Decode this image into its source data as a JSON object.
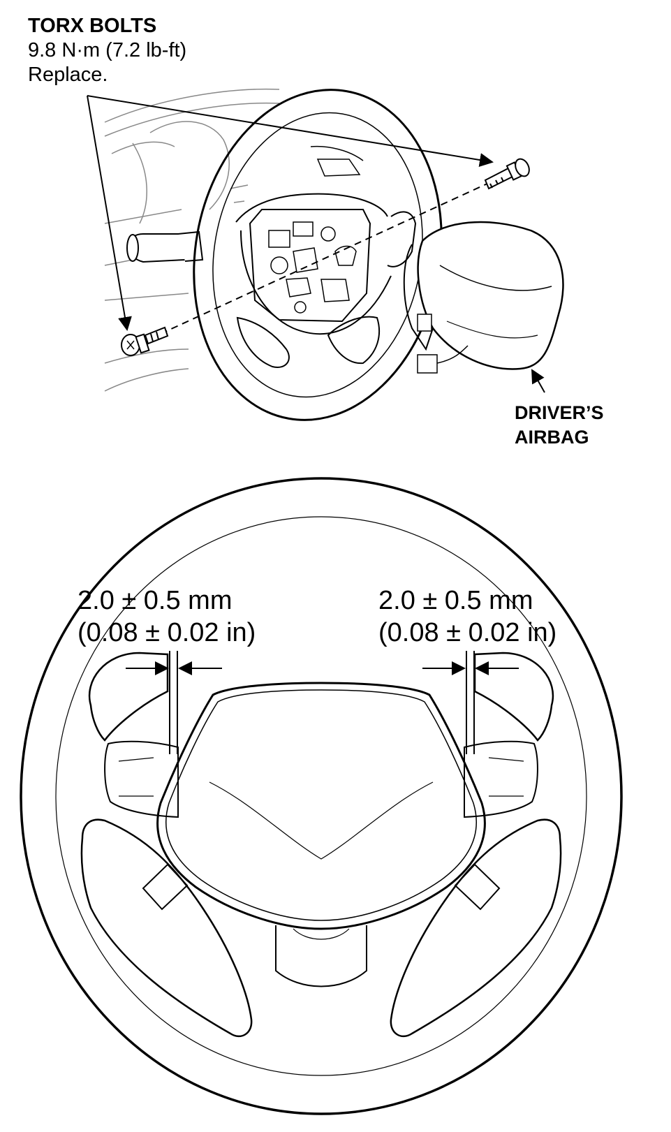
{
  "callouts": {
    "torx_bolts": {
      "title": "TORX BOLTS",
      "torque": "9.8 N·m (7.2 lb-ft)",
      "note": "Replace."
    },
    "drivers_airbag": {
      "line1": "DRIVER’S",
      "line2": "AIRBAG"
    },
    "gap_left": {
      "mm": "2.0 ± 0.5 mm",
      "inches": "(0.08 ± 0.02 in)"
    },
    "gap_right": {
      "mm": "2.0 ± 0.5 mm",
      "inches": "(0.08 ± 0.02 in)"
    }
  },
  "colors": {
    "ink": "#000000",
    "paper": "#ffffff"
  }
}
